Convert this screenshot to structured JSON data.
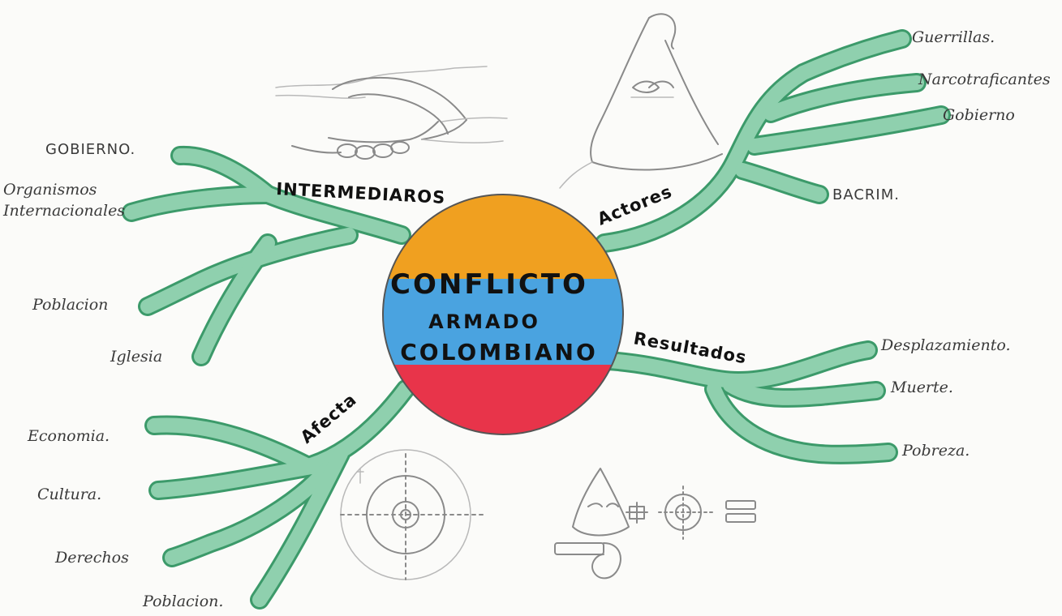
{
  "center": {
    "lines": [
      "CONFLICTO",
      "ARMADO",
      "COLOMBIANO"
    ],
    "flag_colors": {
      "top": "#f0a020",
      "middle": "#4aa3e0",
      "bottom": "#e8344a"
    }
  },
  "branch_color": "#3c9a6a",
  "branches": {
    "intermediarios": {
      "label": "INTERMEDIAROS",
      "items": [
        "GOBIERNO.",
        "Organismos",
        "Internacionales",
        "Poblacion",
        "Iglesia"
      ]
    },
    "actores": {
      "label": "Actores",
      "items": [
        "Guerrillas.",
        "Narcotraficantes",
        "Gobierno",
        "BACRIM."
      ]
    },
    "resultados": {
      "label": "Resultados",
      "items": [
        "Desplazamiento.",
        "Muerte.",
        "Pobreza."
      ]
    },
    "afecta": {
      "label": "Afecta",
      "items": [
        "Economia.",
        "Cultura.",
        "Derechos",
        "Poblacion."
      ]
    }
  },
  "sketches": [
    "handshake-sketch",
    "hooded-figure-sketch",
    "crosshair-target-sketch",
    "equation-sketch"
  ]
}
